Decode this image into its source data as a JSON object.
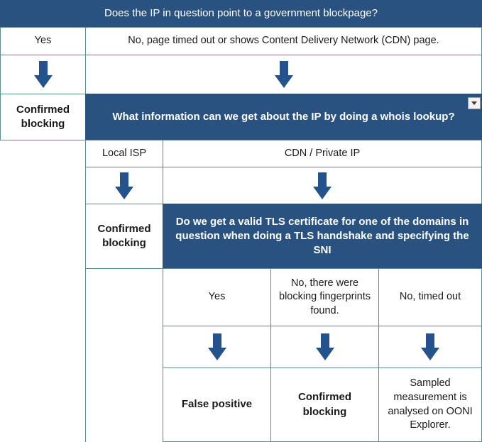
{
  "diagram": {
    "title": "Does the IP in question point to a government blockpage?",
    "q1": {
      "question": "Does the IP in question point to a government blockpage?",
      "answer_yes": "Yes",
      "answer_no": "No, page timed out or shows Content Delivery Network (CDN) page.",
      "outcome_yes": "Confirmed blocking"
    },
    "q2": {
      "question": "What information can we get about the IP by doing a whois lookup?",
      "answer_left": "Local ISP",
      "answer_right": "CDN / Private IP",
      "outcome_left": "Confirmed blocking"
    },
    "q3": {
      "question": "Do we get a valid TLS certificate for one of the domains in question when doing a TLS handshake and specifying the SNI",
      "answer_1": "Yes",
      "answer_2": "No, there were blocking fingerprints found.",
      "answer_3": "No, timed out",
      "outcome_1": "False positive",
      "outcome_2": "Confirmed blocking",
      "outcome_3": "Sampled measurement is analysed on OONI Explorer."
    },
    "controls": {
      "filter_dropdown": "filter-dropdown"
    },
    "colors": {
      "banner_blue": "#2a5280",
      "arrow_blue": "#23528c",
      "border": "#5e8a8c"
    }
  }
}
